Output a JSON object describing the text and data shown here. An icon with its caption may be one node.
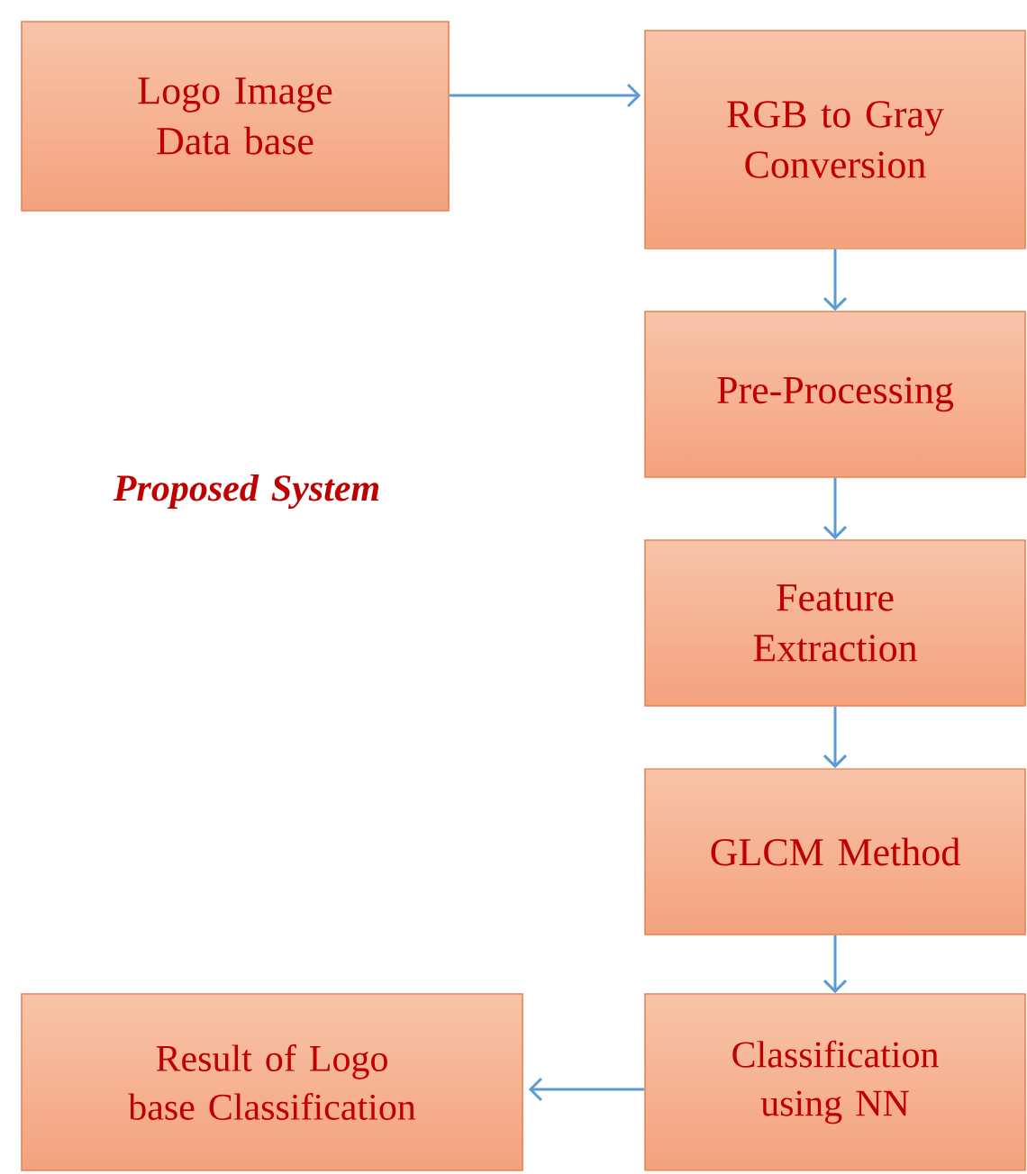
{
  "diagram": {
    "nodes": [
      {
        "text": [
          "Logo Image Data base"
        ]
      },
      {
        "text": [
          "RGB to Gray Conversion"
        ]
      },
      {
        "text": [
          "Pre-Processing"
        ]
      },
      {
        "text": [
          "Feature Extraction"
        ]
      },
      {
        "text": [
          "GLCM Method"
        ]
      },
      {
        "text": [
          "Classification using NN"
        ]
      },
      {
        "text": [
          "Result of Logo base Classification"
        ]
      }
    ],
    "edges": [
      {
        "from": 0,
        "to": 1,
        "arrow": "to"
      },
      {
        "from": 1,
        "to": 2,
        "arrow": "to"
      },
      {
        "from": 2,
        "to": 3,
        "arrow": "to"
      },
      {
        "from": 3,
        "to": 4,
        "arrow": "to"
      },
      {
        "from": 4,
        "to": 5,
        "arrow": "to"
      },
      {
        "from": 5,
        "to": 6,
        "arrow": "to"
      }
    ],
    "labels": [
      "Proposed System"
    ]
  }
}
